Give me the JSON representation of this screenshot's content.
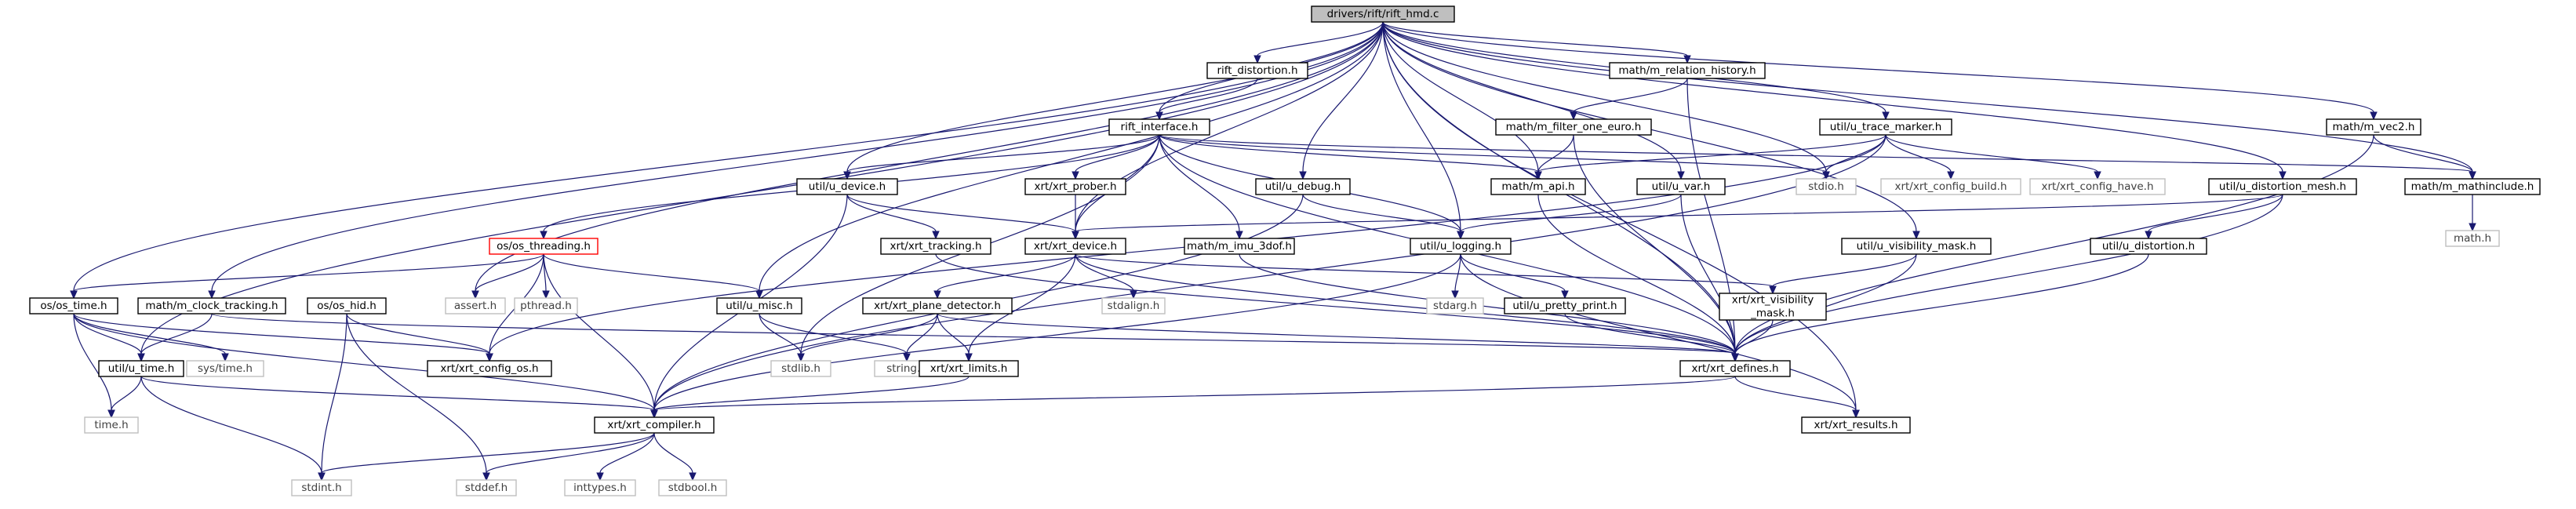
{
  "graph": {
    "nodes": [
      {
        "id": "rift_hmd_c",
        "label": "drivers/rift/rift_hmd.c",
        "style": "root"
      },
      {
        "id": "rift_distortion_h",
        "label": "rift_distortion.h",
        "style": "normal"
      },
      {
        "id": "m_relation_history_h",
        "label": "math/m_relation_history.h",
        "style": "normal"
      },
      {
        "id": "rift_interface_h",
        "label": "rift_interface.h",
        "style": "normal"
      },
      {
        "id": "m_filter_one_euro_h",
        "label": "math/m_filter_one_euro.h",
        "style": "normal"
      },
      {
        "id": "u_trace_marker_h",
        "label": "util/u_trace_marker.h",
        "style": "normal"
      },
      {
        "id": "m_vec2_h",
        "label": "math/m_vec2.h",
        "style": "normal"
      },
      {
        "id": "u_device_h",
        "label": "util/u_device.h",
        "style": "normal"
      },
      {
        "id": "xrt_prober_h",
        "label": "xrt/xrt_prober.h",
        "style": "normal"
      },
      {
        "id": "u_debug_h",
        "label": "util/u_debug.h",
        "style": "normal"
      },
      {
        "id": "m_api_h",
        "label": "math/m_api.h",
        "style": "normal"
      },
      {
        "id": "u_var_h",
        "label": "util/u_var.h",
        "style": "normal"
      },
      {
        "id": "stdio_h",
        "label": "stdio.h",
        "style": "system"
      },
      {
        "id": "xrt_config_build_h",
        "label": "xrt/xrt_config_build.h",
        "style": "system"
      },
      {
        "id": "xrt_config_have_h",
        "label": "xrt/xrt_config_have.h",
        "style": "system"
      },
      {
        "id": "u_distortion_mesh_h",
        "label": "util/u_distortion_mesh.h",
        "style": "normal"
      },
      {
        "id": "m_mathinclude_h",
        "label": "math/m_mathinclude.h",
        "style": "normal"
      },
      {
        "id": "math_h",
        "label": "math.h",
        "style": "system"
      },
      {
        "id": "os_threading_h",
        "label": "os/os_threading.h",
        "style": "truncated"
      },
      {
        "id": "xrt_tracking_h",
        "label": "xrt/xrt_tracking.h",
        "style": "normal"
      },
      {
        "id": "xrt_device_h",
        "label": "xrt/xrt_device.h",
        "style": "normal"
      },
      {
        "id": "m_imu_3dof_h",
        "label": "math/m_imu_3dof.h",
        "style": "normal"
      },
      {
        "id": "u_logging_h",
        "label": "util/u_logging.h",
        "style": "normal"
      },
      {
        "id": "u_visibility_mask_h",
        "label": "util/u_visibility_mask.h",
        "style": "normal"
      },
      {
        "id": "u_distortion_h",
        "label": "util/u_distortion.h",
        "style": "normal"
      },
      {
        "id": "assert_h",
        "label": "assert.h",
        "style": "system"
      },
      {
        "id": "pthread_h",
        "label": "pthread.h",
        "style": "system"
      },
      {
        "id": "os_time_h",
        "label": "os/os_time.h",
        "style": "normal"
      },
      {
        "id": "m_clock_tracking_h",
        "label": "math/m_clock_tracking.h",
        "style": "normal"
      },
      {
        "id": "os_hid_h",
        "label": "os/os_hid.h",
        "style": "normal"
      },
      {
        "id": "u_misc_h",
        "label": "util/u_misc.h",
        "style": "normal"
      },
      {
        "id": "xrt_plane_detector_h",
        "label": "xrt/xrt_plane_detector.h",
        "style": "normal"
      },
      {
        "id": "stdalign_h",
        "label": "stdalign.h",
        "style": "system"
      },
      {
        "id": "stdarg_h",
        "label": "stdarg.h",
        "style": "system"
      },
      {
        "id": "u_pretty_print_h",
        "label": "util/u_pretty_print.h",
        "style": "normal"
      },
      {
        "id": "xrt_visibility_mask_h",
        "label": "xrt/xrt_visibility\n_mask.h",
        "style": "normal"
      },
      {
        "id": "sys_time_h",
        "label": "sys/time.h",
        "style": "system"
      },
      {
        "id": "xrt_config_os_h",
        "label": "xrt/xrt_config_os.h",
        "style": "normal"
      },
      {
        "id": "stdlib_h",
        "label": "stdlib.h",
        "style": "system"
      },
      {
        "id": "string_h",
        "label": "string.h",
        "style": "system"
      },
      {
        "id": "xrt_limits_h",
        "label": "xrt/xrt_limits.h",
        "style": "normal"
      },
      {
        "id": "xrt_defines_h",
        "label": "xrt/xrt_defines.h",
        "style": "normal"
      },
      {
        "id": "u_time_h",
        "label": "util/u_time.h",
        "style": "normal"
      },
      {
        "id": "time_h",
        "label": "time.h",
        "style": "system"
      },
      {
        "id": "xrt_compiler_h",
        "label": "xrt/xrt_compiler.h",
        "style": "normal"
      },
      {
        "id": "xrt_results_h",
        "label": "xrt/xrt_results.h",
        "style": "normal"
      },
      {
        "id": "stdint_h",
        "label": "stdint.h",
        "style": "system"
      },
      {
        "id": "stddef_h",
        "label": "stddef.h",
        "style": "system"
      },
      {
        "id": "inttypes_h",
        "label": "inttypes.h",
        "style": "system"
      },
      {
        "id": "stdbool_h",
        "label": "stdbool.h",
        "style": "system"
      }
    ],
    "edges": [
      [
        "rift_hmd_c",
        "rift_distortion_h"
      ],
      [
        "rift_hmd_c",
        "m_relation_history_h"
      ],
      [
        "rift_hmd_c",
        "rift_interface_h"
      ],
      [
        "rift_hmd_c",
        "u_trace_marker_h"
      ],
      [
        "rift_hmd_c",
        "m_vec2_h"
      ],
      [
        "rift_hmd_c",
        "m_mathinclude_h"
      ],
      [
        "rift_hmd_c",
        "u_device_h"
      ],
      [
        "rift_hmd_c",
        "u_debug_h"
      ],
      [
        "rift_hmd_c",
        "m_api_h"
      ],
      [
        "rift_hmd_c",
        "u_var_h"
      ],
      [
        "rift_hmd_c",
        "stdio_h"
      ],
      [
        "rift_hmd_c",
        "u_distortion_mesh_h"
      ],
      [
        "rift_hmd_c",
        "u_visibility_mask_h"
      ],
      [
        "rift_hmd_c",
        "xrt_device_h"
      ],
      [
        "rift_hmd_c",
        "u_logging_h"
      ],
      [
        "rift_hmd_c",
        "os_time_h"
      ],
      [
        "rift_hmd_c",
        "m_clock_tracking_h"
      ],
      [
        "rift_hmd_c",
        "u_misc_h"
      ],
      [
        "rift_hmd_c",
        "assert_h"
      ],
      [
        "rift_hmd_c",
        "u_time_h"
      ],
      [
        "rift_hmd_c",
        "xrt_defines_h"
      ],
      [
        "rift_hmd_c",
        "xrt_results_h"
      ],
      [
        "rift_distortion_h",
        "rift_interface_h"
      ],
      [
        "m_relation_history_h",
        "m_filter_one_euro_h"
      ],
      [
        "m_relation_history_h",
        "xrt_defines_h"
      ],
      [
        "m_filter_one_euro_h",
        "m_api_h"
      ],
      [
        "m_filter_one_euro_h",
        "xrt_defines_h"
      ],
      [
        "rift_interface_h",
        "u_device_h"
      ],
      [
        "rift_interface_h",
        "xrt_prober_h"
      ],
      [
        "rift_interface_h",
        "os_threading_h"
      ],
      [
        "rift_interface_h",
        "xrt_device_h"
      ],
      [
        "rift_interface_h",
        "m_imu_3dof_h"
      ],
      [
        "rift_interface_h",
        "u_logging_h"
      ],
      [
        "rift_interface_h",
        "m_api_h"
      ],
      [
        "rift_interface_h",
        "stdio_h"
      ],
      [
        "rift_interface_h",
        "m_mathinclude_h"
      ],
      [
        "rift_interface_h",
        "stdlib_h"
      ],
      [
        "rift_interface_h",
        "xrt_defines_h"
      ],
      [
        "u_trace_marker_h",
        "stdio_h"
      ],
      [
        "u_trace_marker_h",
        "xrt_config_build_h"
      ],
      [
        "u_trace_marker_h",
        "xrt_config_have_h"
      ],
      [
        "u_trace_marker_h",
        "xrt_config_os_h"
      ],
      [
        "u_trace_marker_h",
        "xrt_compiler_h"
      ],
      [
        "u_trace_marker_h",
        "m_api_h"
      ],
      [
        "m_vec2_h",
        "m_mathinclude_h"
      ],
      [
        "m_vec2_h",
        "xrt_defines_h"
      ],
      [
        "m_mathinclude_h",
        "math_h"
      ],
      [
        "u_device_h",
        "xrt_tracking_h"
      ],
      [
        "u_device_h",
        "xrt_device_h"
      ],
      [
        "u_device_h",
        "xrt_compiler_h"
      ],
      [
        "xrt_prober_h",
        "xrt_device_h"
      ],
      [
        "u_debug_h",
        "u_logging_h"
      ],
      [
        "u_debug_h",
        "xrt_compiler_h"
      ],
      [
        "m_api_h",
        "xrt_defines_h"
      ],
      [
        "u_var_h",
        "u_logging_h"
      ],
      [
        "u_var_h",
        "xrt_defines_h"
      ],
      [
        "u_distortion_mesh_h",
        "xrt_device_h"
      ],
      [
        "u_distortion_mesh_h",
        "u_distortion_h"
      ],
      [
        "u_distortion_mesh_h",
        "xrt_defines_h"
      ],
      [
        "u_distortion_h",
        "xrt_defines_h"
      ],
      [
        "u_visibility_mask_h",
        "xrt_visibility_mask_h"
      ],
      [
        "u_visibility_mask_h",
        "xrt_defines_h"
      ],
      [
        "os_threading_h",
        "os_time_h"
      ],
      [
        "os_threading_h",
        "u_misc_h"
      ],
      [
        "os_threading_h",
        "assert_h"
      ],
      [
        "os_threading_h",
        "pthread_h"
      ],
      [
        "os_threading_h",
        "xrt_config_os_h"
      ],
      [
        "os_threading_h",
        "xrt_compiler_h"
      ],
      [
        "xrt_tracking_h",
        "xrt_defines_h"
      ],
      [
        "xrt_device_h",
        "xrt_plane_detector_h"
      ],
      [
        "xrt_device_h",
        "stdalign_h"
      ],
      [
        "xrt_device_h",
        "xrt_visibility_mask_h"
      ],
      [
        "xrt_device_h",
        "xrt_limits_h"
      ],
      [
        "xrt_device_h",
        "xrt_defines_h"
      ],
      [
        "m_imu_3dof_h",
        "xrt_defines_h"
      ],
      [
        "u_logging_h",
        "stdarg_h"
      ],
      [
        "u_logging_h",
        "u_pretty_print_h"
      ],
      [
        "u_logging_h",
        "xrt_compiler_h"
      ],
      [
        "u_logging_h",
        "xrt_results_h"
      ],
      [
        "u_pretty_print_h",
        "xrt_defines_h"
      ],
      [
        "xrt_visibility_mask_h",
        "xrt_defines_h"
      ],
      [
        "os_time_h",
        "u_time_h"
      ],
      [
        "os_time_h",
        "sys_time_h"
      ],
      [
        "os_time_h",
        "time_h"
      ],
      [
        "os_time_h",
        "xrt_config_os_h"
      ],
      [
        "os_time_h",
        "xrt_compiler_h"
      ],
      [
        "m_clock_tracking_h",
        "u_time_h"
      ],
      [
        "m_clock_tracking_h",
        "xrt_defines_h"
      ],
      [
        "os_hid_h",
        "xrt_config_os_h"
      ],
      [
        "os_hid_h",
        "stdint_h"
      ],
      [
        "os_hid_h",
        "stddef_h"
      ],
      [
        "u_misc_h",
        "stdlib_h"
      ],
      [
        "u_misc_h",
        "string_h"
      ],
      [
        "xrt_plane_detector_h",
        "stdlib_h"
      ],
      [
        "xrt_plane_detector_h",
        "string_h"
      ],
      [
        "xrt_plane_detector_h",
        "xrt_limits_h"
      ],
      [
        "xrt_plane_detector_h",
        "xrt_defines_h"
      ],
      [
        "xrt_limits_h",
        "xrt_compiler_h"
      ],
      [
        "xrt_defines_h",
        "xrt_compiler_h"
      ],
      [
        "xrt_defines_h",
        "xrt_results_h"
      ],
      [
        "u_time_h",
        "time_h"
      ],
      [
        "u_time_h",
        "stdint_h"
      ],
      [
        "u_time_h",
        "xrt_compiler_h"
      ],
      [
        "xrt_compiler_h",
        "stdint_h"
      ],
      [
        "xrt_compiler_h",
        "stddef_h"
      ],
      [
        "xrt_compiler_h",
        "inttypes_h"
      ],
      [
        "xrt_compiler_h",
        "stdbool_h"
      ]
    ]
  },
  "colors": {
    "edge": "#191970",
    "normal_border": "#000000",
    "system_border": "#bfbfbf",
    "system_text": "#404040",
    "root_fill": "#bfbfbf",
    "truncated_border": "#ff0000"
  }
}
